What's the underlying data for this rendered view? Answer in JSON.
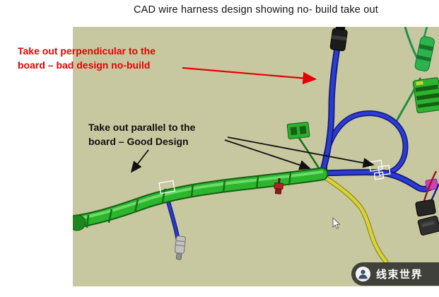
{
  "title": "CAD wire harness design showing no- build take out",
  "annotations": {
    "bad": {
      "line1": "Take out perpendicular to the",
      "line2": "board – bad design no-build",
      "color": "#e60000"
    },
    "good": {
      "line1": "Take out parallel to the",
      "line2": "board – Good Design",
      "color": "#101010"
    }
  },
  "watermark": {
    "text": "线束世界"
  },
  "colors": {
    "viewport_background": "#c8c8a0",
    "harness_green": "#2db52d",
    "wire_blue": "#2b3bd6",
    "wire_yellow": "#d8d33c",
    "annotation_red": "#e60000"
  }
}
